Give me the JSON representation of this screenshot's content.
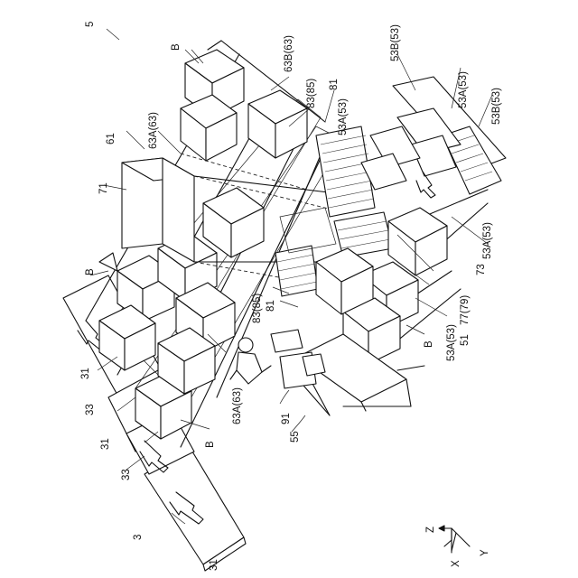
{
  "figure": {
    "reference_labels": [
      "5",
      "B",
      "63B(63)",
      "83(85)",
      "81",
      "53B(53)",
      "53A(53)",
      "53B(53)",
      "53A(53)",
      "61",
      "63A(63)",
      "71",
      "B",
      "83(85)",
      "81",
      "73",
      "53A(53)",
      "51",
      "77(79)",
      "53A(53)",
      "B",
      "31",
      "33",
      "31",
      "33",
      "63A(63)",
      "B",
      "91",
      "55",
      "3",
      "31",
      "Z",
      "X",
      "Y"
    ],
    "axis_labels": {
      "z": "Z",
      "x": "X",
      "y": "Y"
    }
  }
}
